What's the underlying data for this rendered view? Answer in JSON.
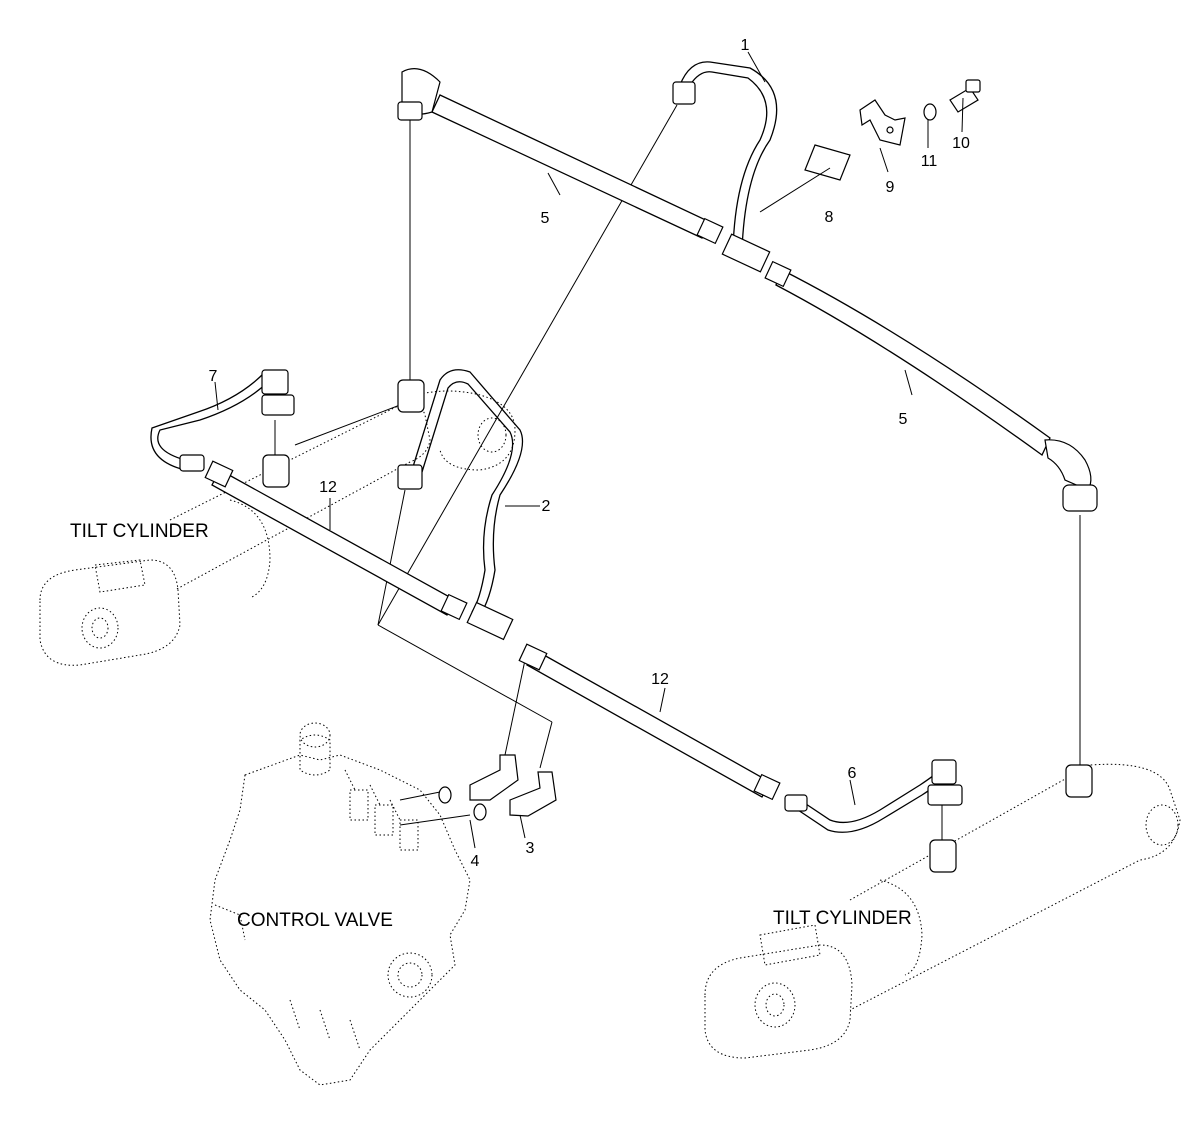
{
  "captions": {
    "tilt_cylinder_left": "TILT CYLINDER",
    "tilt_cylinder_right": "TILT CYLINDER",
    "control_valve": "CONTROL VALVE"
  },
  "part_numbers": [
    {
      "id": "p1",
      "label": "1"
    },
    {
      "id": "p2",
      "label": "2"
    },
    {
      "id": "p3",
      "label": "3"
    },
    {
      "id": "p4",
      "label": "4"
    },
    {
      "id": "p5a",
      "label": "5"
    },
    {
      "id": "p5b",
      "label": "5"
    },
    {
      "id": "p6",
      "label": "6"
    },
    {
      "id": "p7",
      "label": "7"
    },
    {
      "id": "p8",
      "label": "8"
    },
    {
      "id": "p9",
      "label": "9"
    },
    {
      "id": "p10",
      "label": "10"
    },
    {
      "id": "p11",
      "label": "11"
    },
    {
      "id": "p12a",
      "label": "12"
    },
    {
      "id": "p12b",
      "label": "12"
    }
  ]
}
